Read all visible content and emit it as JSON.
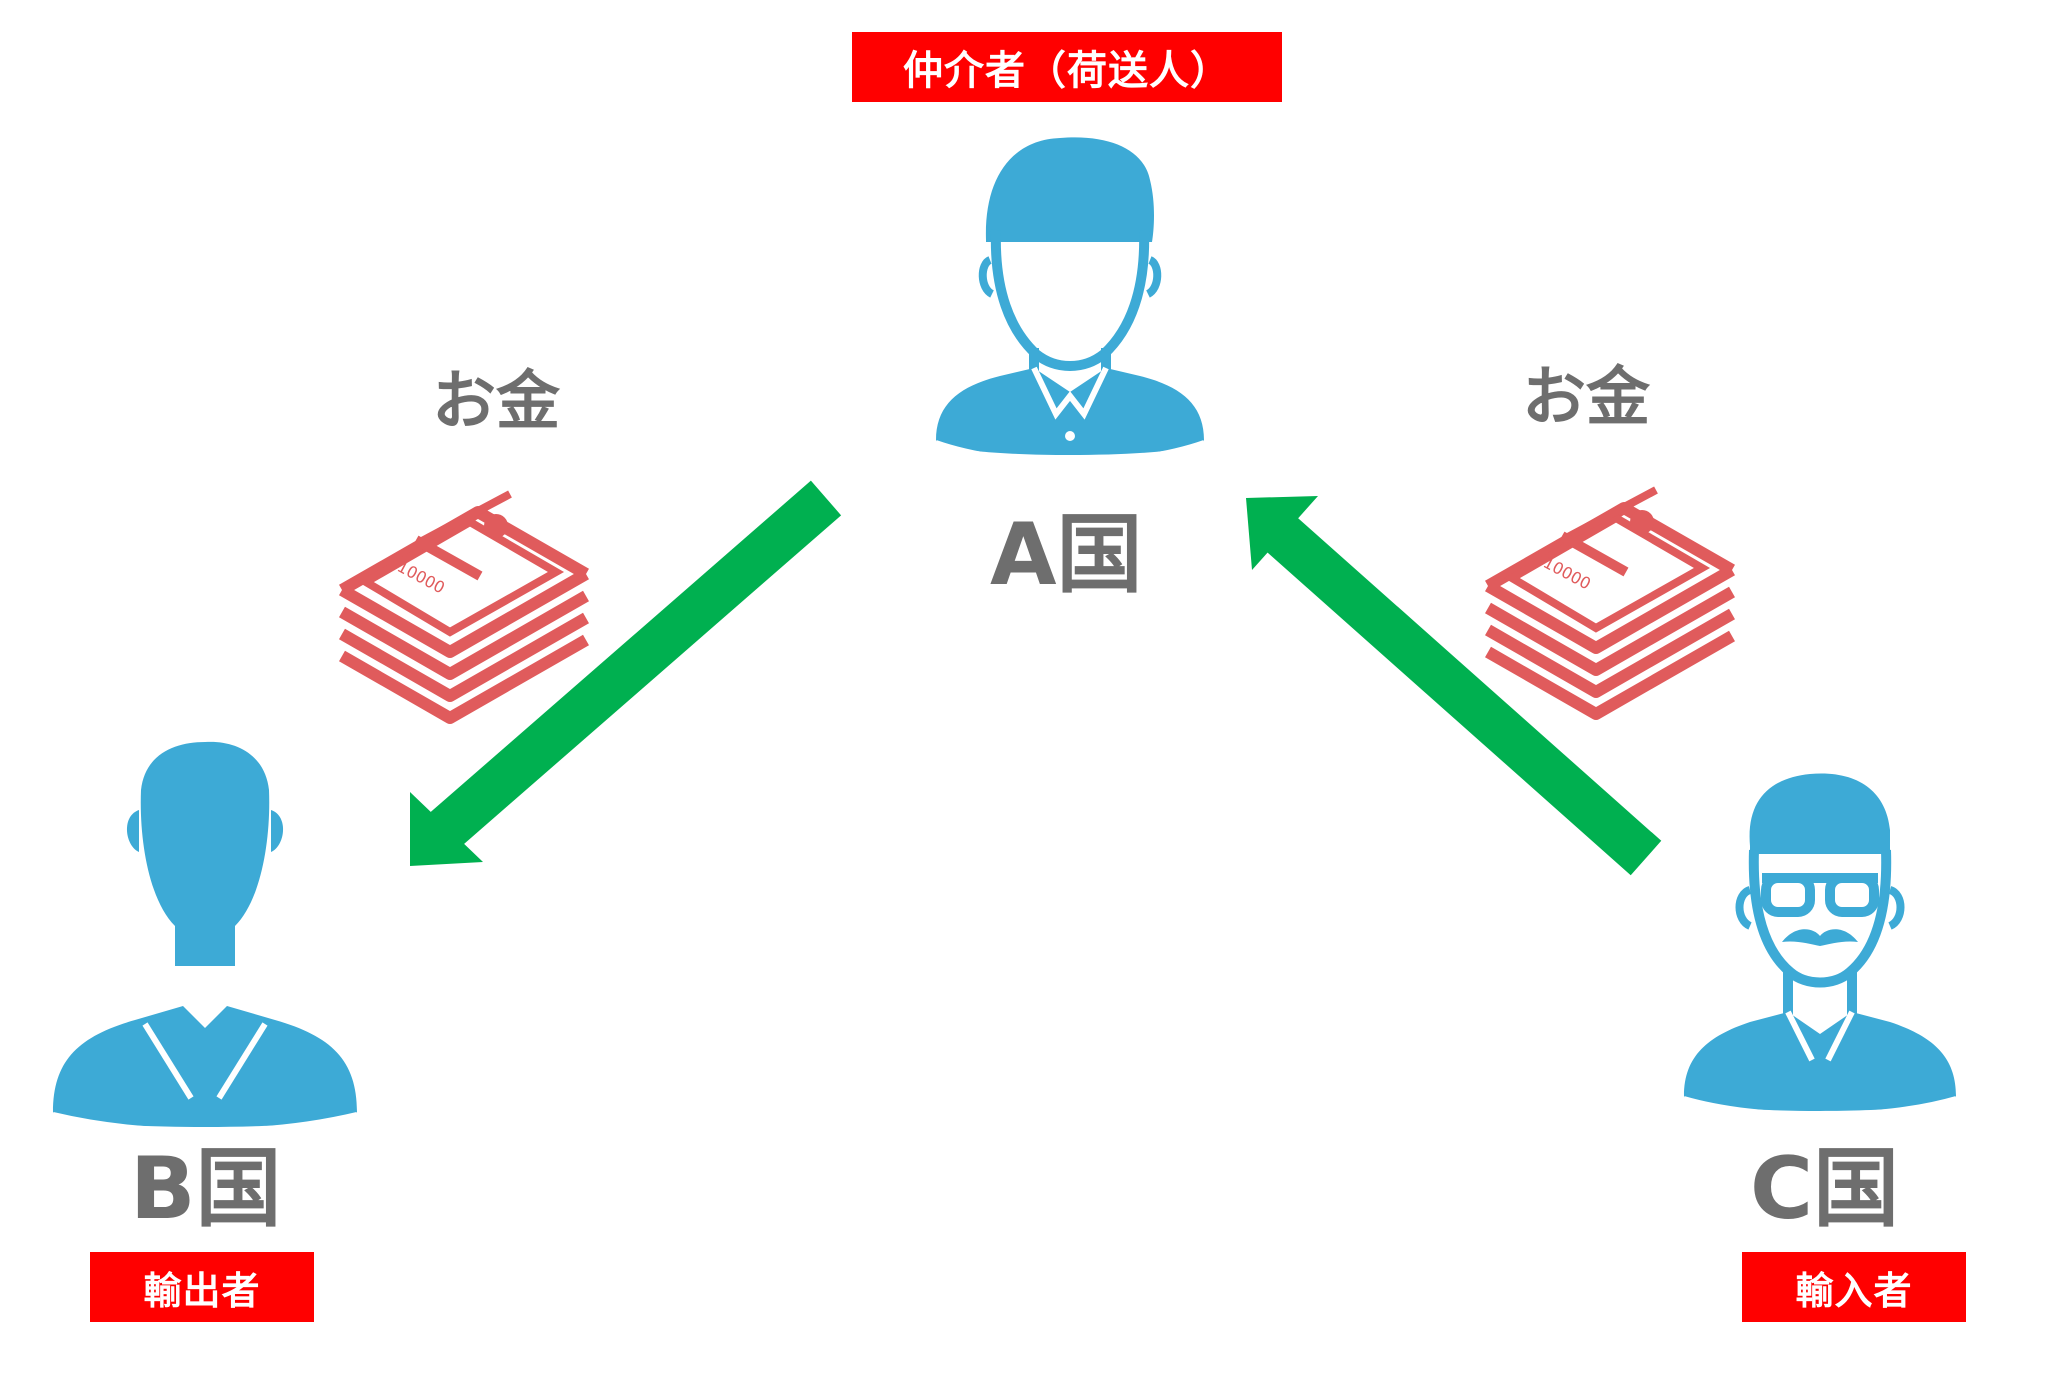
{
  "colors": {
    "person": "#3DAAD6",
    "arrow": "#00B050",
    "money": "#E05B5C",
    "badge": "#FF0000",
    "label": "#6E6E6E"
  },
  "intermediary": {
    "role": "仲介者（荷送人）",
    "country": "A国",
    "icon": "person-icon"
  },
  "exporter": {
    "role": "輸出者",
    "country": "B国",
    "icon": "person-icon"
  },
  "importer": {
    "role": "輸入者",
    "country": "C国",
    "icon": "person-with-glasses-mustache-icon"
  },
  "payments": [
    {
      "label": "お金",
      "banknote_value": "10000",
      "from": "A国",
      "to": "B国"
    },
    {
      "label": "お金",
      "banknote_value": "10000",
      "from": "C国",
      "to": "A国"
    }
  ]
}
